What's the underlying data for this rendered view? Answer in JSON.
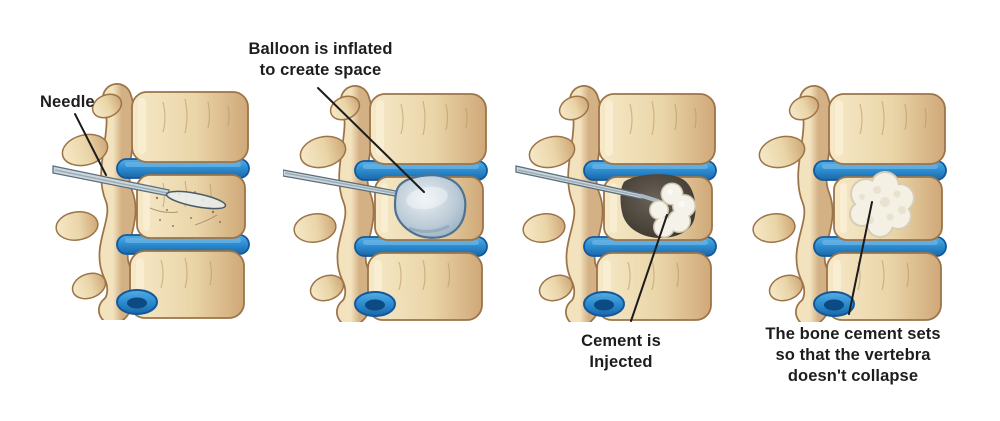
{
  "figure": {
    "background": "#ffffff",
    "description_note": "four-step spine procedure illustration"
  },
  "annotations": {
    "needle": {
      "text": "Needle"
    },
    "balloon": {
      "text": "Balloon is inflated\nto create space"
    },
    "cement": {
      "text": "Cement is\nInjected"
    },
    "sets": {
      "text": "The bone cement sets\nso that the vertebra\ndoesn't collapse"
    }
  },
  "panels": [
    {
      "name": "step-1",
      "annotation": "needle"
    },
    {
      "name": "step-2",
      "annotation": "balloon"
    },
    {
      "name": "step-3",
      "annotation": "cement"
    },
    {
      "name": "step-4",
      "annotation": "sets"
    }
  ],
  "colors": {
    "bone": "#ecd9b0",
    "bone_shade": "#cfa878",
    "bone_outline": "#9c7448",
    "disc_blue": "#2e8fd2",
    "disc_blue_dark": "#14589c",
    "balloon": "#b9c7d4",
    "balloon_outline": "#4d7296",
    "cavity": "#3a352c",
    "cement": "#f4f0e4",
    "needle_metal": "#ccd6dd",
    "label_text": "#1d1d1d",
    "leader_line": "#1c1c1c"
  }
}
